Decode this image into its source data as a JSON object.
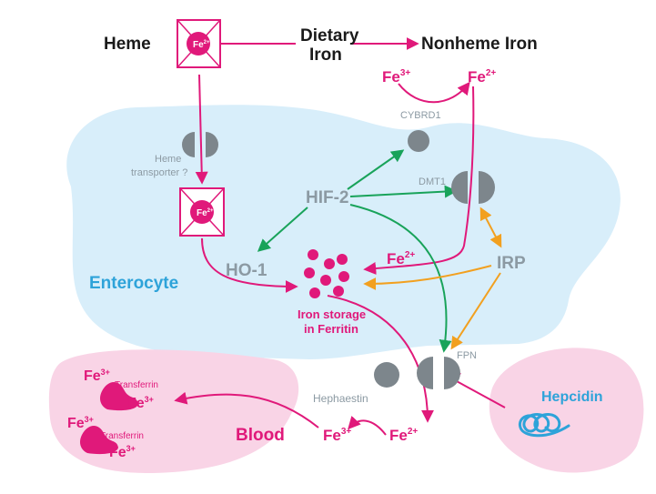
{
  "colors": {
    "magenta": "#e0197a",
    "green": "#19a35a",
    "orange": "#f2a01f",
    "gray": "#8c9aa3",
    "blue": "#2ea3d9",
    "cell_fill": "#d8eefa",
    "blood_fill": "#f9d4e6",
    "transporter": "#7d868c",
    "text_dark": "#1a1a1a"
  },
  "labels": {
    "heme": "Heme",
    "dietary_line1": "Dietary",
    "dietary_line2": "Iron",
    "nonheme": "Nonheme Iron",
    "fe3_top": "Fe",
    "fe3_top_sup": "3+",
    "fe2_top": "Fe",
    "fe2_top_sup": "2+",
    "cybrd1": "CYBRD1",
    "heme_transporter_line1": "Heme",
    "heme_transporter_line2": "transporter ?",
    "dmt1": "DMT1",
    "hif2": "HIF-2",
    "ho1": "HO-1",
    "enterocyte": "Enterocyte",
    "fe2_mid": "Fe",
    "fe2_mid_sup": "2+",
    "irp": "IRP",
    "storage_line1": "Iron storage",
    "storage_line2": "in Ferritin",
    "fpn": "FPN",
    "hephaestin": "Hephaestin",
    "hepcidin": "Hepcidin",
    "blood": "Blood",
    "fe3_bottom": "Fe",
    "fe3_bottom_sup": "3+",
    "fe2_bottom": "Fe",
    "fe2_bottom_sup": "2+",
    "heme_box_fe": "Fe",
    "heme_box_sup": "2+",
    "tf1_fe3_top": "Fe",
    "tf1_fe3_top_sup": "3+",
    "tf1_name": "Transferrin",
    "tf1_fe3_bottom": "Fe",
    "tf1_fe3_bottom_sup": "3+",
    "tf2_fe3_top": "Fe",
    "tf2_fe3_top_sup": "3+",
    "tf2_name": "Transferrin",
    "tf2_fe3_bottom": "Fe",
    "tf2_fe3_bottom_sup": "3+"
  },
  "icons": [
    "heme-box-icon",
    "transporter-icon",
    "ferritin-dots-icon",
    "transferrin-icon",
    "hepcidin-coil-icon"
  ]
}
